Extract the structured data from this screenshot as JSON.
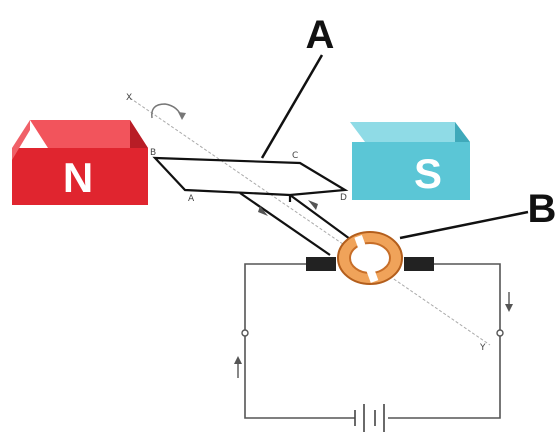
{
  "callouts": {
    "a": "A",
    "b": "B"
  },
  "magnets": {
    "north": {
      "label": "N",
      "color": "#e0252f"
    },
    "south": {
      "label": "S",
      "color": "#5bc6d6"
    }
  },
  "coil_corners": {
    "a": "A",
    "b": "B",
    "c": "C",
    "d": "D"
  },
  "axis_labels": {
    "x": "X",
    "y": "Y"
  },
  "colors": {
    "split_ring": "#e08a3a",
    "brush": "#222222",
    "wire": "#555555"
  }
}
